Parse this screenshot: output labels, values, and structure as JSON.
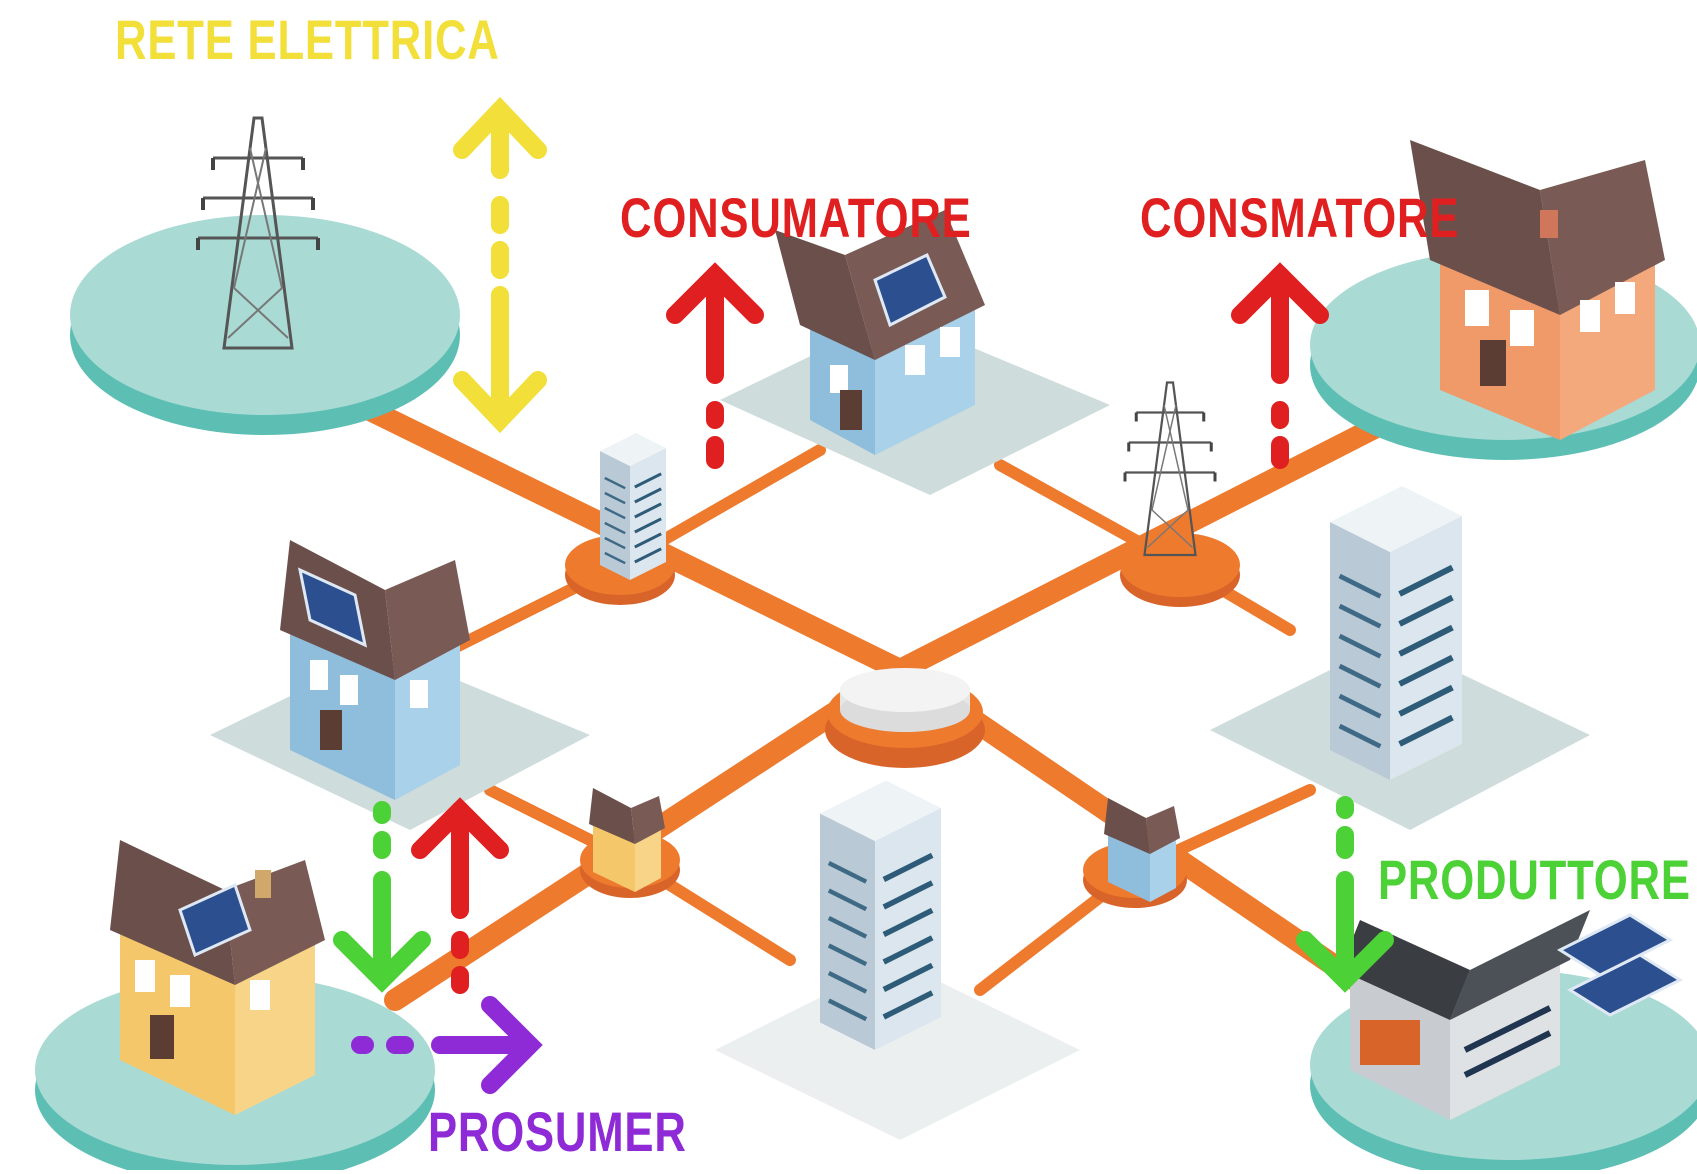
{
  "labels": {
    "grid": "RETE ELETTRICA",
    "consumer_1": "CONSUMATORE",
    "consumer_2": "CONSMATORE",
    "producer": "PRODUTTORE",
    "prosumer": "PROSUMER"
  },
  "colors": {
    "grid": "#f2df3a",
    "consumer": "#e02020",
    "producer": "#4cd137",
    "prosumer": "#8e2bd6",
    "network": "#ee7a2e",
    "platform": "#a9dad4",
    "platform_edge": "#5dbfb4",
    "tile": "#cfdcdc"
  },
  "icons": [
    "power-pylon-icon",
    "house-icon",
    "office-tower-icon",
    "factory-icon",
    "solar-panel-icon",
    "arrow-icon"
  ]
}
